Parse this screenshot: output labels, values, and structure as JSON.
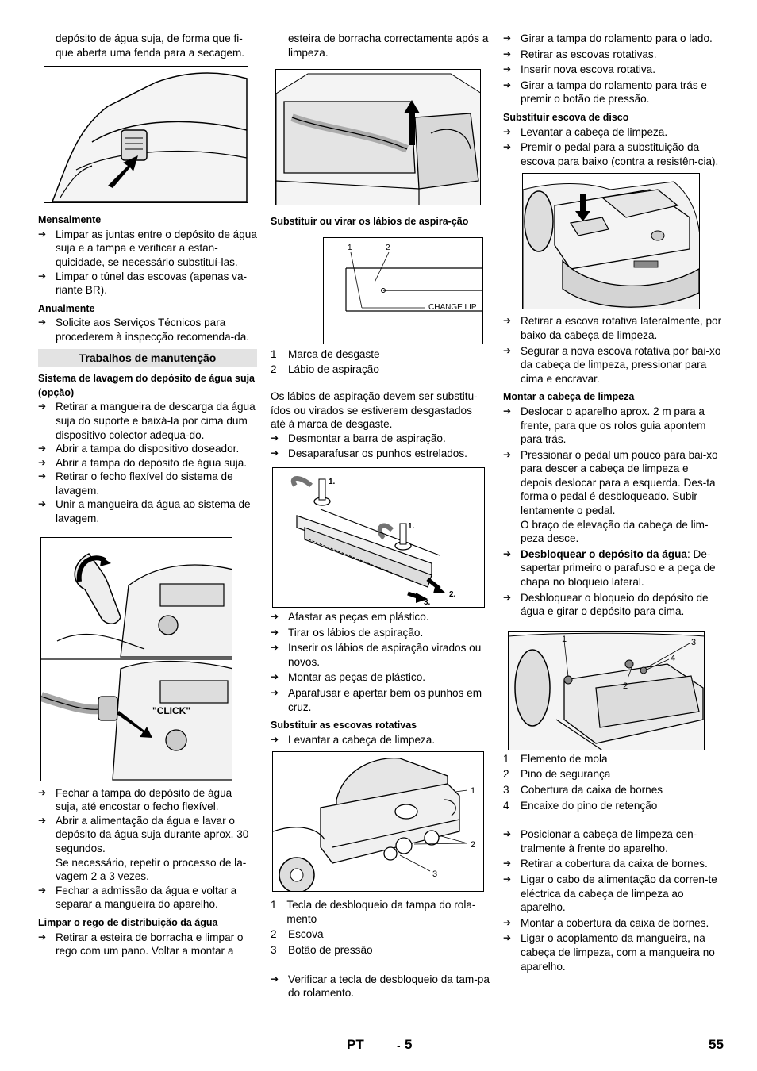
{
  "col1": {
    "intro": "depósito de água suja, de forma que fi-que aberta uma fenda para a secagem.",
    "monthly_heading": "Mensalmente",
    "monthly": [
      "Limpar as juntas entre o depósito de água suja e a tampa e verificar a estan-quicidade, se necessário substituí-las.",
      "Limpar o túnel das escovas (apenas va-riante BR)."
    ],
    "yearly_heading": "Anualmente",
    "yearly": [
      "Solicite aos Serviços Técnicos para procederem à inspecção recomenda-da."
    ],
    "section_title": "Trabalhos de manutenção",
    "wash_heading": "Sistema de lavagem do depósito de água suja (opção)",
    "wash_steps": [
      "Retirar a mangueira de descarga da água suja do suporte e baixá-la por cima dum dispositivo colector adequa-do.",
      "Abrir a tampa do dispositivo doseador.",
      "Abrir a tampa do depósito de água suja.",
      "Retirar o fecho flexível do sistema de lavagem.",
      "Unir a mangueira da água ao sistema de lavagem."
    ],
    "click_label": "\"CLICK\"",
    "wash_steps2": [
      "Fechar a tampa do depósito de água suja, até encostar o fecho flexível.",
      "Abrir a alimentação da água e lavar o depósito da água suja durante aprox. 30 segundos."
    ],
    "wash_note": "Se necessário, repetir o processo de la-vagem 2 a 3 vezes.",
    "wash_steps3": [
      "Fechar a admissão da água e voltar a separar a mangueira do aparelho."
    ],
    "gutter_heading": "Limpar o rego de distribuição da água",
    "gutter_steps": [
      "Retirar a esteira de borracha e limpar o rego com um pano. Voltar a montar a"
    ]
  },
  "col2": {
    "intro": "esteira de borracha correctamente após a limpeza.",
    "lip_heading": "Substituir ou virar os lábios de aspira-ção",
    "lip_fig_labels": [
      "1",
      "2"
    ],
    "change_lip": "CHANGE LIP",
    "lip_legend": [
      {
        "n": "1",
        "t": "Marca de desgaste"
      },
      {
        "n": "2",
        "t": "Lábio de aspiração"
      }
    ],
    "lip_text": "Os lábios de aspiração devem ser substitu-ídos ou virados se estiverem desgastados até à marca de desgaste.",
    "lip_steps": [
      "Desmontar a barra de aspiração.",
      "Desaparafusar os punhos estrelados."
    ],
    "bar_fig_labels": [
      "1.",
      "1.",
      "2.",
      "3."
    ],
    "lip_steps2": [
      "Afastar as peças em plástico.",
      "Tirar os lábios de aspiração.",
      "Inserir os lábios de aspiração virados ou novos.",
      "Montar as peças de plástico.",
      "Aparafusar e apertar bem os punhos em cruz."
    ],
    "roller_heading": "Substituir as escovas rotativas",
    "roller_steps": [
      "Levantar a cabeça de limpeza."
    ],
    "roller_fig_labels": [
      "1",
      "2",
      "3"
    ],
    "roller_legend": [
      {
        "n": "1",
        "t": "Tecla de desbloqueio da tampa do rola-mento"
      },
      {
        "n": "2",
        "t": "Escova"
      },
      {
        "n": "3",
        "t": "Botão de pressão"
      }
    ],
    "roller_steps2": [
      "Verificar a tecla de desbloqueio da tam-pa do rolamento."
    ]
  },
  "col3": {
    "roller_steps": [
      "Girar a tampa do rolamento para o lado.",
      "Retirar as escovas rotativas.",
      "Inserir nova escova rotativa.",
      "Girar a tampa do rolamento para trás e premir o botão de pressão."
    ],
    "disc_heading": "Substituir escova de disco",
    "disc_steps": [
      "Levantar a cabeça de limpeza.",
      "Premir o pedal para a substituição da escova para baixo (contra a resistên-cia)."
    ],
    "disc_steps2": [
      "Retirar a escova rotativa lateralmente, por baixo da cabeça de limpeza.",
      "Segurar a nova escova rotativa por bai-xo da cabeça de limpeza, pressionar para cima e encravar."
    ],
    "mount_heading": "Montar a cabeça de limpeza",
    "mount_steps": [
      "Deslocar o aparelho aprox. 2 m para a frente, para que os rolos guia apontem para trás.",
      "Pressionar o pedal um pouco para bai-xo para descer a cabeça de limpeza e depois deslocar para a esquerda. Des-ta forma o pedal é desbloqueado. Subir lentamente o pedal."
    ],
    "mount_note": "O braço de elevação da cabeça de lim-peza desce.",
    "unlock_bold": "Desbloquear o depósito da água",
    "unlock_rest": ": De-sapertar primeiro o parafuso e a peça de chapa no bloqueio lateral.",
    "mount_steps2": [
      "Desbloquear o bloqueio do depósito de água e girar o depósito para cima."
    ],
    "tank_fig_labels": [
      "1",
      "2",
      "3",
      "4"
    ],
    "tank_legend": [
      {
        "n": "1",
        "t": "Elemento de mola"
      },
      {
        "n": "2",
        "t": "Pino de segurança"
      },
      {
        "n": "3",
        "t": "Cobertura da caixa de bornes"
      },
      {
        "n": "4",
        "t": "Encaixe do pino de retenção"
      }
    ],
    "final_steps": [
      "Posicionar a cabeça de limpeza cen-tralmente à frente do aparelho.",
      "Retirar a cobertura da caixa de bornes.",
      "Ligar o cabo de alimentação da corren-te eléctrica da cabeça de limpeza ao aparelho.",
      "Montar a cobertura da caixa de bornes.",
      "Ligar o acoplamento da mangueira, na cabeça de limpeza, com a mangueira no aparelho."
    ]
  },
  "footer": {
    "lang": "PT",
    "dash": "-",
    "section_page": "5",
    "page_number": "55"
  }
}
